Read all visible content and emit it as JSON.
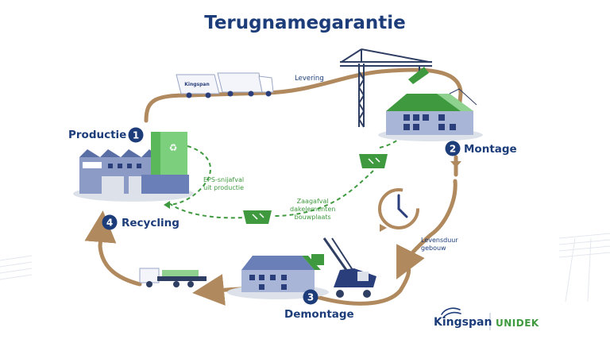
{
  "title": "Terugnamegarantie",
  "steps": [
    {
      "number": "1",
      "label": "Productie"
    },
    {
      "number": "2",
      "label": "Montage"
    },
    {
      "number": "3",
      "label": "Demontage"
    },
    {
      "number": "4",
      "label": "Recycling"
    }
  ],
  "route_label": "Levering",
  "notes": {
    "eps": [
      "EPS-snijafval",
      "uit productie"
    ],
    "zaagafval": [
      "Zaagafval",
      "dakelementen",
      "bouwplaats"
    ],
    "levensduur": [
      "Levensduur",
      "gebouw"
    ]
  },
  "truck_brand": "Kingspan",
  "logo": {
    "brand1": "Kingspan",
    "brand2": "UNIDEK"
  },
  "colors": {
    "navy": "#1c3d7a",
    "green": "#3f9a3f",
    "light_green": "#8fd18f",
    "path": "#b08a5e"
  }
}
